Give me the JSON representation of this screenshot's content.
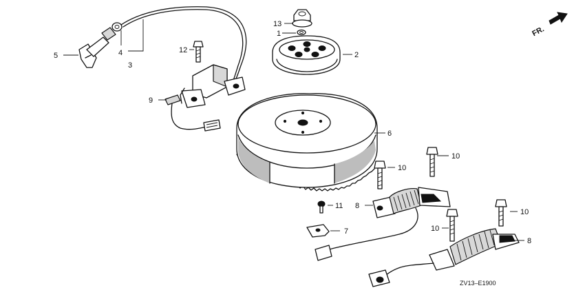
{
  "diagram": {
    "callouts": {
      "c1": "1",
      "c2": "2",
      "c3": "3",
      "c4": "4",
      "c5": "5",
      "c6": "6",
      "c7": "7",
      "c8a": "8",
      "c8b": "8",
      "c9": "9",
      "c10a": "10",
      "c10b": "10",
      "c10c": "10",
      "c10d": "10",
      "c11": "11",
      "c12": "12",
      "c13": "13"
    },
    "direction_label": "FR.",
    "drawing_code": "ZV13–E1900"
  }
}
